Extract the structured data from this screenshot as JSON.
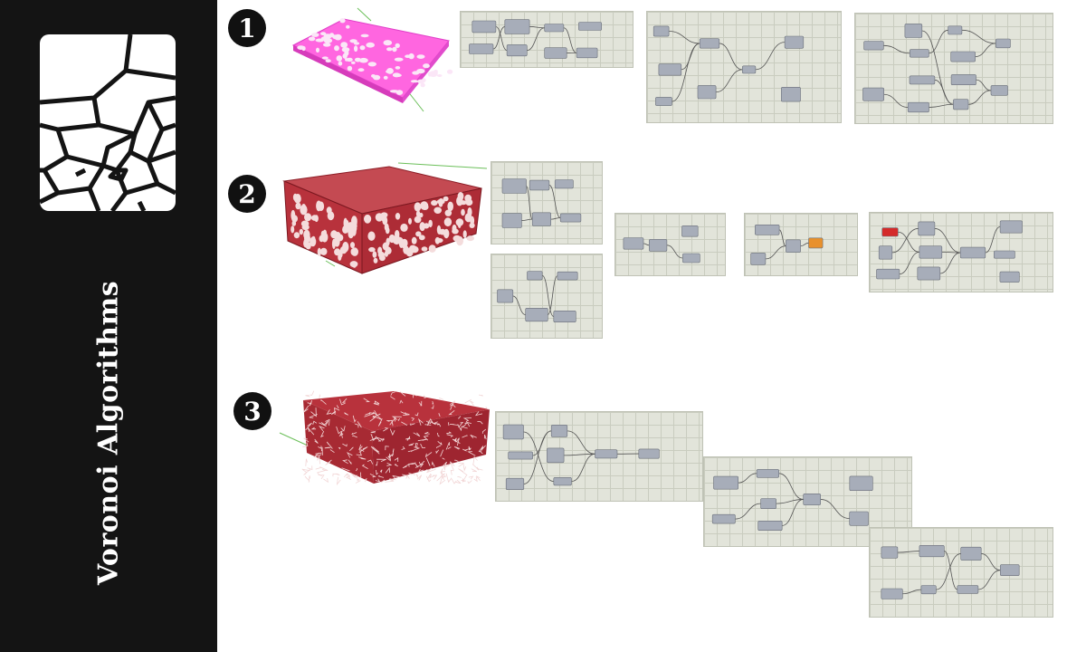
{
  "sidebar": {
    "title": "Voronoi Algorithms",
    "background": "#141414",
    "logo_icon": "voronoi-cells-icon"
  },
  "steps": [
    {
      "number": "1",
      "model_color": "#ff66e0",
      "model_description_icon": "voronoi-perforated-slab-icon"
    },
    {
      "number": "2",
      "model_color": "#b8323c",
      "model_description_icon": "voronoi-box-icon"
    },
    {
      "number": "3",
      "model_color": "#b8323c",
      "model_description_icon": "voronoi-3d-box-icon"
    }
  ],
  "colors": {
    "canvas": "#e2e4da",
    "grid": "#c9ccbf",
    "node": "#a7adb9",
    "wire": "#555555",
    "highlight_orange": "#e8902c",
    "highlight_red": "#d42a2a"
  }
}
